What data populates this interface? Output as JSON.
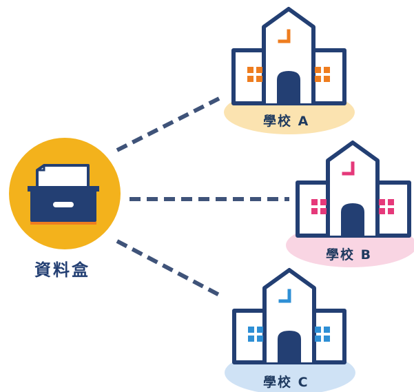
{
  "hub": {
    "label": "資料盒",
    "icon": "file-drawer-icon",
    "circle_color": "#F3B21C",
    "icon_color": "#233F73"
  },
  "schools": [
    {
      "label": "學校 A",
      "accent": "#EE7D1F",
      "base": "#FBE3B0",
      "icon": "school-building-icon"
    },
    {
      "label": "學校 B",
      "accent": "#E5397A",
      "base": "#F9D5E3",
      "icon": "school-building-icon"
    },
    {
      "label": "學校 C",
      "accent": "#2E8FD5",
      "base": "#CFE2F5",
      "icon": "school-building-icon"
    }
  ],
  "connector_color": "#3F5379"
}
